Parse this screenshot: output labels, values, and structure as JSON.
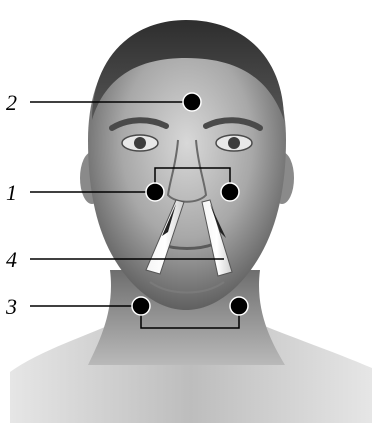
{
  "labels": {
    "one": "1",
    "two": "2",
    "three": "3",
    "four": "4"
  },
  "colors": {
    "background": "#ffffff",
    "line": "#000000",
    "dot": "#000000",
    "dot_stroke": "#ffffff",
    "skin_light": "#d9d9d9",
    "skin_mid": "#9a9a9a",
    "skin_dark": "#4a4a4a",
    "hair": "#3a3a3a"
  },
  "illustration": {
    "subject": "front-view-face-grayscale",
    "markers": [
      "point-1-left",
      "point-1-right",
      "point-2",
      "point-3-left",
      "point-3-right"
    ],
    "instruments": [
      "needle-left",
      "needle-right"
    ]
  }
}
